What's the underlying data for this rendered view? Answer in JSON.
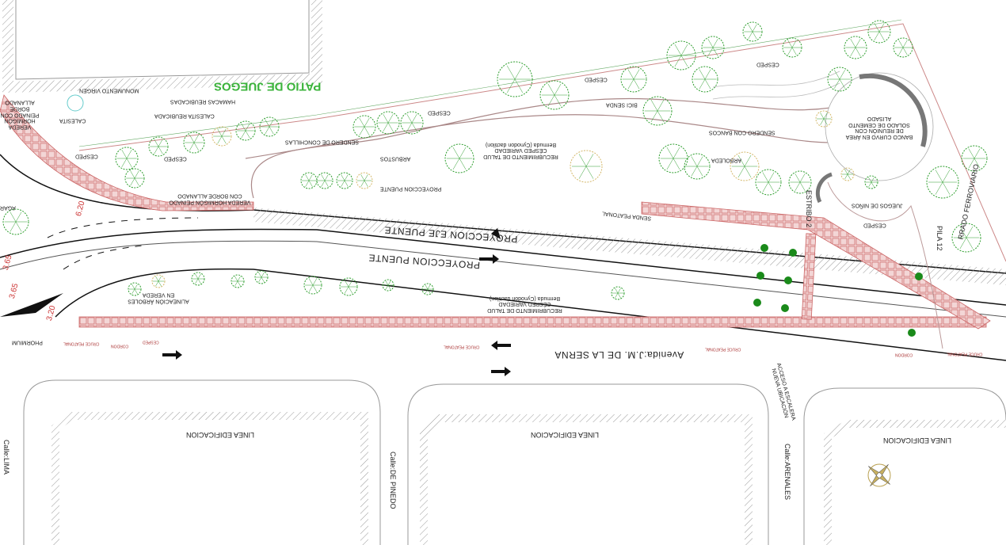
{
  "colors": {
    "paving": "#d98a8a",
    "tree": "#2e9e2e",
    "shrub": "#d4b86a",
    "road": "#111111",
    "boundary": "#c44",
    "plaza": "#888888"
  },
  "labels": {
    "patio": "PATIO DE JUEGOS",
    "monumento": "MONUMENTO VIRGEN",
    "calesita": "CALESITA",
    "hamacas": "HAMACAS REUBICADAS",
    "calesita_reubicada": "CALESITA REUBICADA",
    "cesped": "CESPED",
    "sendero_conchillas": "SENDERO DE CONCHILLAS",
    "vereda_hormigon": "VEREDA HORMIGÓN PEINADO CON BORDE ALLANADO",
    "arbustos": "ARBUSTOS",
    "proyeccion_puente": "PROYECCION PUENTE",
    "recubrimiento": "RECUBRIMIENTO DE TALUD CÉSPED VARIEDAD Bermuda (Cynodon dactilon)",
    "bicisenda": "BICI SENDA",
    "sendero_bancos": "SENDERO CON BANCOS",
    "arboleda": "ARBOLEDA",
    "banco_curvo": "BANCO CURVO EN ÁREA DE REUNIÓN CON SOLADO DE CEMENTO ALISADO",
    "estribo": "ESTRIBO 2",
    "juegos_ninos": "JUEGOS DE NIÑOS",
    "pila": "PILA 12",
    "ferroviario": "RRADO FERROVIARIO",
    "senda_peatonal": "SENDA PEATONAL",
    "eje_puente": "PROYECCION EJE PUENTE",
    "alineacion": "ALINEACIÓN ÁRBOLES EN VEREDA",
    "avenida": "Avenida:J.M. DE LA SERNA",
    "phormium": "PHORMIUM",
    "acceso": "ACCESO A ESCALERA NUEVA UBICACIÓN",
    "linea_edificacion": "LINEA EDIFICACION",
    "calle_pinedo": "Calle:DE PINEDO",
    "calle_arenales": "Calle:ARENALES",
    "calle_lima": "Calle:LIMA",
    "agar": "AGAR",
    "cruce_peatonal": "CRUCE PEATONAL",
    "cordon": "CORDON"
  },
  "dimensions": {
    "d1": "6.20",
    "d2": "3.65",
    "d3": "3.65",
    "d4": "3.20"
  }
}
